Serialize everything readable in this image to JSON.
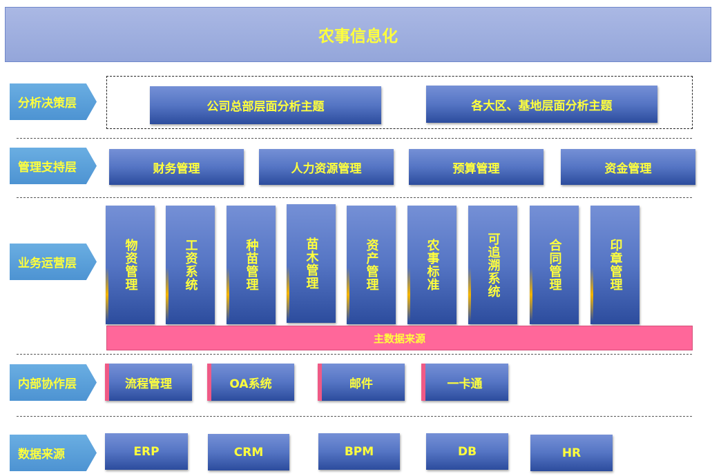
{
  "title": "农事信息化",
  "layers": {
    "decision": {
      "label": "分析决策层",
      "boxes": [
        "公司总部层面分析主题",
        "各大区、基地层面分析主题"
      ]
    },
    "management": {
      "label": "管理支持层",
      "boxes": [
        "财务管理",
        "人力资源管理",
        "预算管理",
        "资金管理"
      ]
    },
    "operations": {
      "label": "业务运营层",
      "boxes": [
        "物资管理",
        "工资系统",
        "种苗管理",
        "苗木管理",
        "资产管理",
        "农事标准",
        "可追溯系统",
        "合同管理",
        "印章管理"
      ],
      "master_data": "主数据来源"
    },
    "collaboration": {
      "label": "内部协作层",
      "boxes": [
        "流程管理",
        "OA系统",
        "邮件",
        "一卡通"
      ]
    },
    "sources": {
      "label": "数据来源",
      "boxes": [
        "ERP",
        "CRM",
        "BPM",
        "DB",
        "HR"
      ]
    }
  },
  "colors": {
    "title_bg": "#9fb0e0",
    "label_text": "#ffff3c",
    "layer_arrow": "#5aa0da",
    "box_top": "#7590d6",
    "box_bottom": "#2c4c9d",
    "master_bar": "#ff679a",
    "accent": "#ef5a86"
  }
}
